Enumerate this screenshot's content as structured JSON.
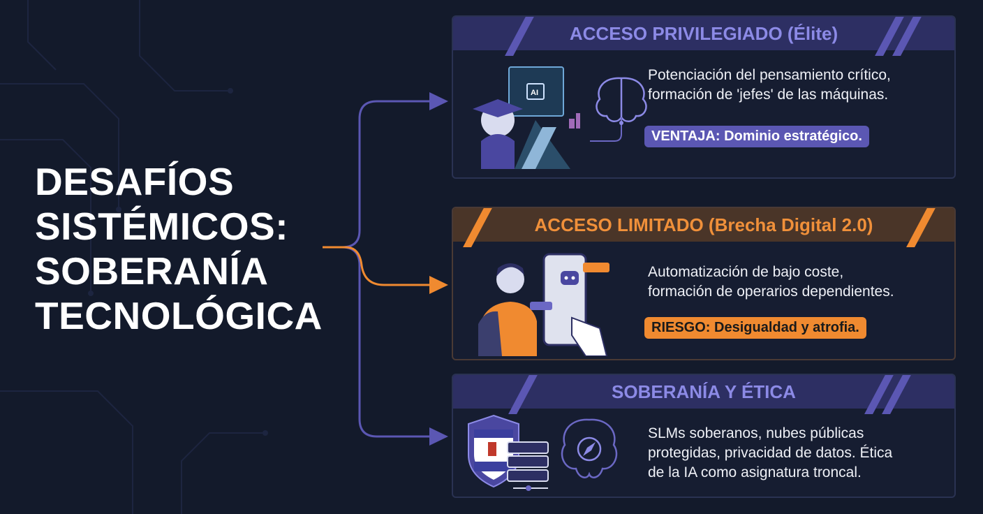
{
  "title": {
    "lines": [
      "DESAFÍOS",
      "SISTÉMICOS:",
      "SOBERANÍA",
      "TECNOLÓGICA"
    ]
  },
  "colors": {
    "background": "#131a2b",
    "purple": "#5b57b3",
    "orange": "#f08a30"
  },
  "cards": [
    {
      "header": "ACCESO PRIVILEGIADO (Élite)",
      "text": [
        "Potenciación del pensamiento crítico,",
        "formación de 'jefes' de las máquinas."
      ],
      "badge": "VENTAJA: Dominio estratégico.",
      "icon": "ai",
      "icon_names": [
        "graduate-laptop-icon",
        "brain-icon"
      ]
    },
    {
      "header": "ACCESO LIMITADO (Brecha Digital 2.0)",
      "text": [
        "Automatización de bajo coste,",
        "formación de operarios dependientes."
      ],
      "badge": "RIESGO: Desigualdad y atrofia.",
      "icon_names": [
        "student-smartphone-chatbot-icon"
      ]
    },
    {
      "header": "SOBERANÍA Y ÉTICA",
      "text": [
        "SLMs soberanos, nubes públicas",
        "protegidas, privacidad de datos. Ética",
        "de la IA como asignatura troncal."
      ],
      "icon_names": [
        "shield-flag-server-icon",
        "brain-compass-icon"
      ]
    }
  ]
}
